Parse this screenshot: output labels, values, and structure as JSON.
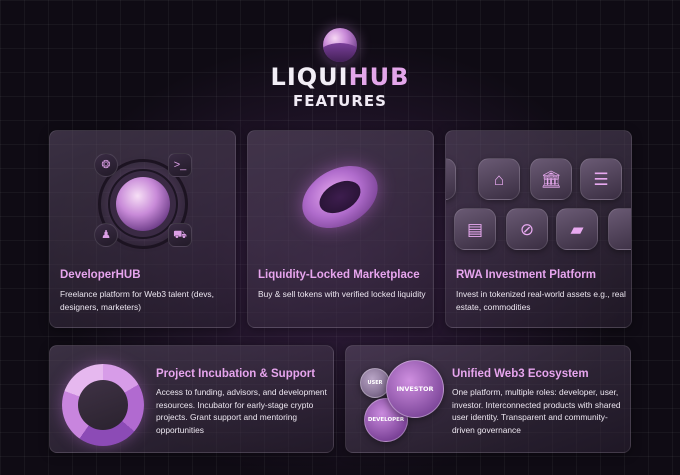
{
  "header": {
    "brand_part1": "LIQUI",
    "brand_part2": "HUB",
    "subtitle": "FEATURES"
  },
  "colors": {
    "accent": "#e7a5ee",
    "background": "#0f0b14",
    "card": "#4a3e52"
  },
  "cards": [
    {
      "title": "DeveloperHUB",
      "description": "Freelance platform for Web3 talent (devs, designers, marketers)",
      "icons": [
        "brain-icon",
        "terminal-icon",
        "user-icon",
        "cart-icon"
      ]
    },
    {
      "title": "Liquidity-Locked Marketplace",
      "description": "Buy & sell tokens with verified locked liquidity"
    },
    {
      "title": "RWA Investment Platform",
      "description": "Invest in tokenized real-world assets e.g., real estate, commodities",
      "icons": [
        "house-icon",
        "bank-icon",
        "coins-stack-icon",
        "document-icon",
        "coffee-bean-icon",
        "gold-bars-icon"
      ]
    },
    {
      "title": "Project Incubation & Support",
      "description": "Access to funding, advisors, and development resources. Incubator for early-stage crypto projects. Grant support and mentoring opportunities"
    },
    {
      "title": "Unified Web3 Ecosystem",
      "description": "One platform, multiple roles: developer, user, investor. Interconnected products with shared user identity. Transparent and community-driven governance",
      "roles": [
        "USER",
        "INVESTOR",
        "DEVELOPER"
      ]
    }
  ]
}
